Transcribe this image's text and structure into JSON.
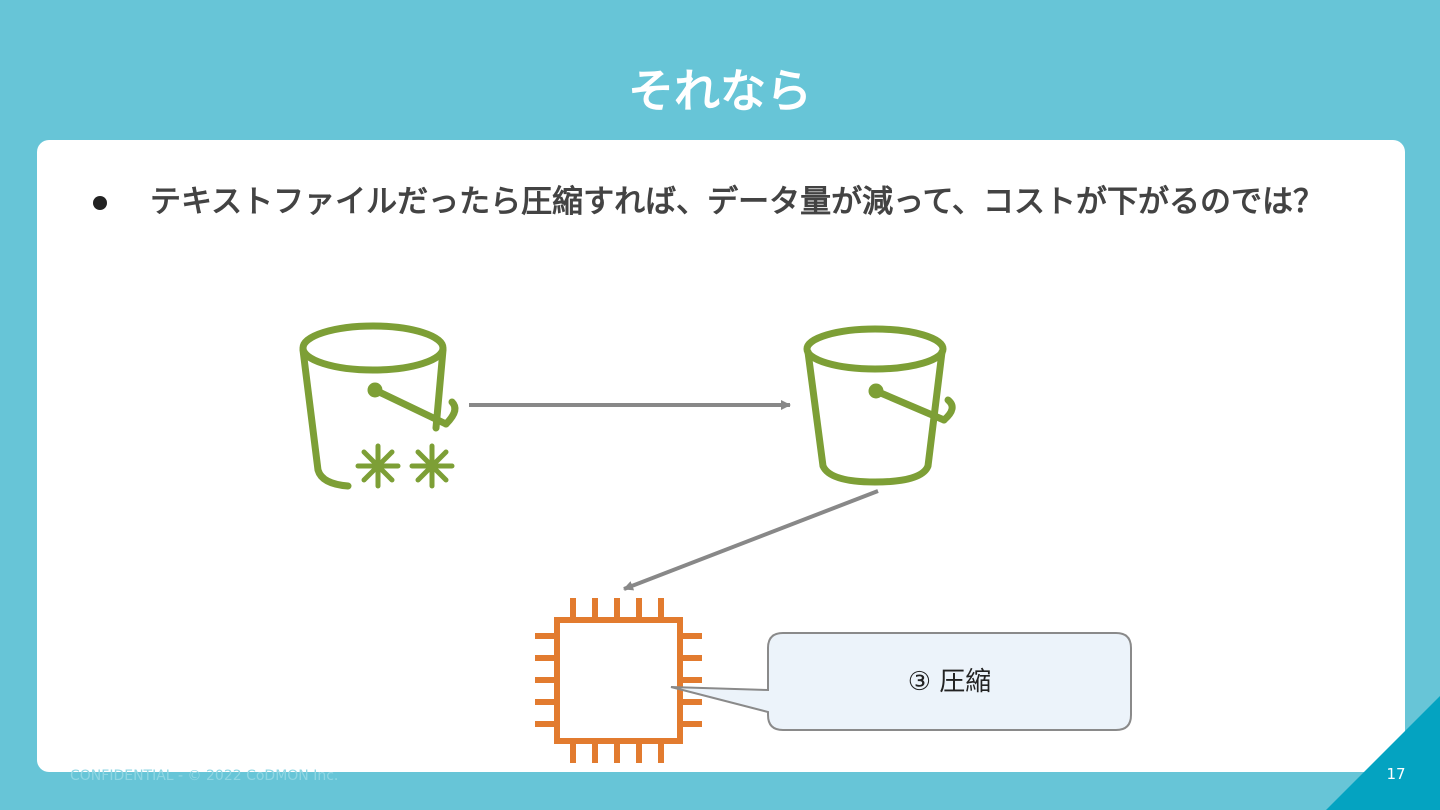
{
  "slide": {
    "title": "それなら",
    "bullet": "テキストファイルだったら圧縮すれば、データ量が減って、コストが下がるのでは？"
  },
  "diagram": {
    "callout_label": "③ 圧縮",
    "icons": {
      "source_bucket": "s3-glacier-bucket-icon",
      "destination_bucket": "s3-bucket-icon",
      "compute": "ec2-instance-chip-icon"
    },
    "colors": {
      "bucket": "#7d9f36",
      "chip": "#e27b2f",
      "arrow": "#888888",
      "callout_fill": "#ecf3fa",
      "callout_border": "#8a8a8a"
    }
  },
  "footer": {
    "confidential": "CONFIDENTIAL - © 2022 CoDMON Inc.",
    "page_number": "17"
  },
  "theme": {
    "background": "#67c5d7",
    "corner_triangle": "#04a3c1",
    "title_color": "#ffffff",
    "text_color": "#434343"
  }
}
